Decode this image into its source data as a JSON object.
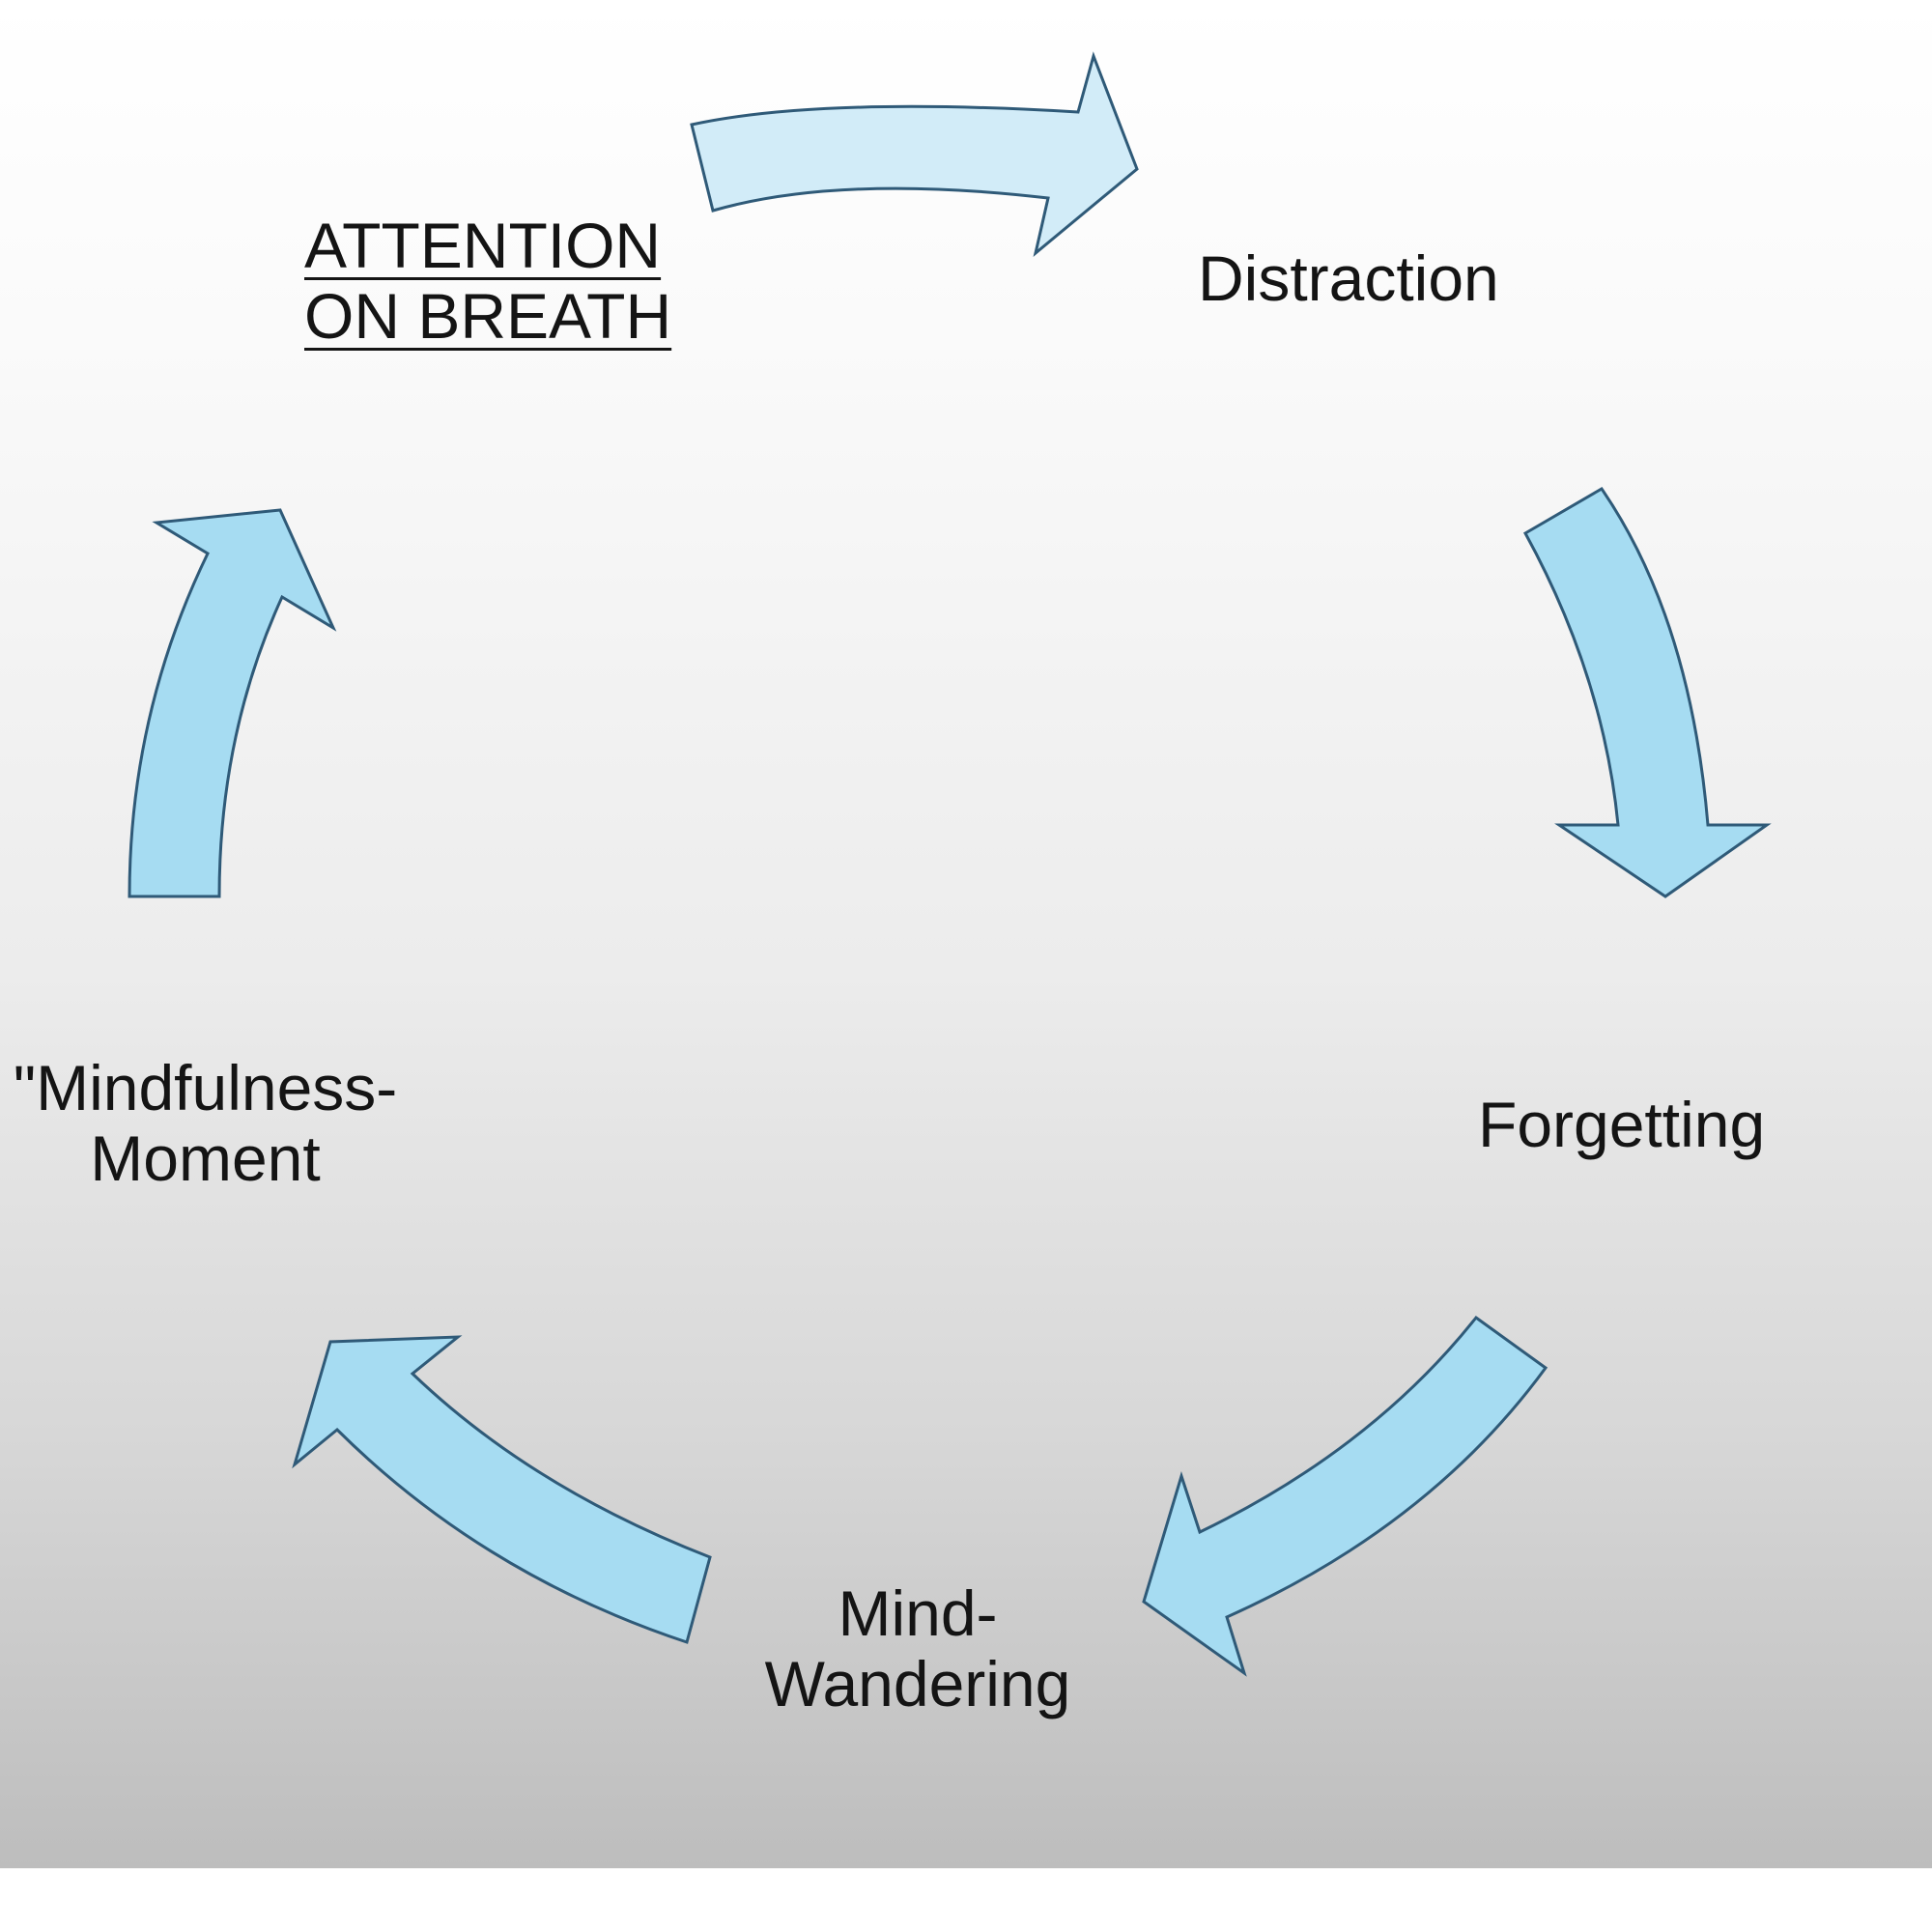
{
  "colors": {
    "arrow_fill_top": "#d2ecf8",
    "arrow_fill": "#a6dcf2",
    "arrow_stroke": "#2f5a78",
    "text": "#141414"
  },
  "cycle": {
    "stages": [
      {
        "line1": "ATTENTION",
        "line2": "ON BREATH",
        "underlined": true
      },
      {
        "line1": "Distraction",
        "line2": ""
      },
      {
        "line1": "Forgetting",
        "line2": ""
      },
      {
        "line1": "Mind-",
        "line2": "Wandering"
      },
      {
        "line1": "\"Mindfulness-",
        "line2": "Moment"
      }
    ],
    "arrows": [
      {
        "from": "ATTENTION ON BREATH",
        "to": "Distraction",
        "icon": "curved-arrow-right-icon"
      },
      {
        "from": "Distraction",
        "to": "Forgetting",
        "icon": "curved-arrow-down-icon"
      },
      {
        "from": "Forgetting",
        "to": "Mind-Wandering",
        "icon": "curved-arrow-down-left-icon"
      },
      {
        "from": "Mind-Wandering",
        "to": "\"Mindfulness-Moment",
        "icon": "curved-arrow-up-left-icon"
      },
      {
        "from": "\"Mindfulness-Moment",
        "to": "ATTENTION ON BREATH",
        "icon": "curved-arrow-up-icon"
      }
    ]
  }
}
